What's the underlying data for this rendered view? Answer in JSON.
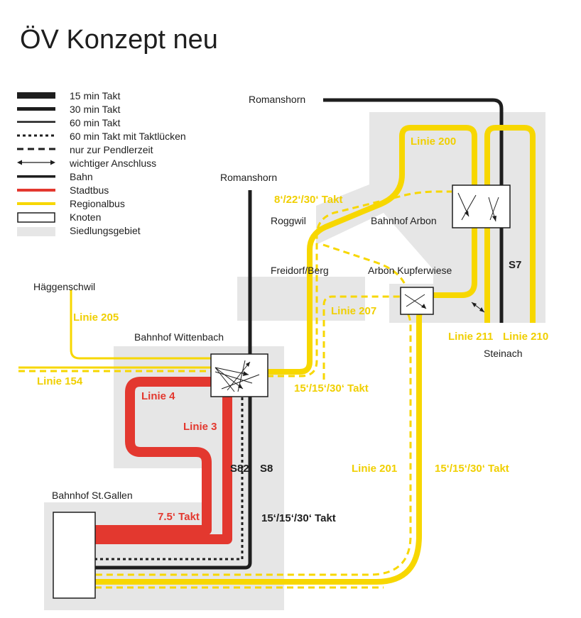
{
  "title": "ÖV Konzept neu",
  "legend": [
    {
      "label": "15 min Takt",
      "icon": "thick-line"
    },
    {
      "label": "30 min Takt",
      "icon": "medium-line"
    },
    {
      "label": "60 min Takt",
      "icon": "thin-line"
    },
    {
      "label": "60 min Takt mit Taktlücken",
      "icon": "dotted-line"
    },
    {
      "label": "nur zur Pendlerzeit",
      "icon": "dashed-line"
    },
    {
      "label": "wichtiger Anschluss",
      "icon": "double-arrow"
    },
    {
      "label": "Bahn",
      "icon": "black-line"
    },
    {
      "label": "Stadtbus",
      "icon": "red-line"
    },
    {
      "label": "Regionalbus",
      "icon": "yellow-line"
    },
    {
      "label": "Knoten",
      "icon": "box"
    },
    {
      "label": "Siedlungsgebiet",
      "icon": "grey-area"
    }
  ],
  "places": {
    "romanshorn_1": "Romanshorn",
    "romanshorn_2": "Romanshorn",
    "roggwil": "Roggwil",
    "bahnhof_arbon": "Bahnhof Arbon",
    "freidorf": "Freidorf/Berg",
    "arbon_kupferwiese": "Arbon Kupferwiese",
    "haeggenschwil": "Häggenschwil",
    "bahnhof_wittenbach": "Bahnhof Wittenbach",
    "steinach": "Steinach",
    "bahnhof_stgallen": "Bahnhof St.Gallen"
  },
  "line_labels": {
    "linie_200": "Linie 200",
    "takt_200": "8‘/22‘/30‘ Takt",
    "linie_207": "Linie 207",
    "linie_205": "Linie 205",
    "linie_154": "Linie 154",
    "linie_211": "Linie 211",
    "linie_210": "Linie 210",
    "takt_wittenbach": "15‘/15‘/30‘ Takt",
    "linie_201": "Linie 201",
    "takt_201": "15‘/15‘/30‘ Takt",
    "linie_4": "Linie 4",
    "linie_3": "Linie 3",
    "takt_stadtbus": "7.5‘ Takt",
    "s82": "S82",
    "s8": "S8",
    "takt_bahn": "15‘/15‘/30‘ Takt",
    "s7": "S7"
  },
  "colors": {
    "bahn": "#1e1e1e",
    "stadtbus": "#e3382f",
    "regionalbus": "#f7d700",
    "siedlung": "#e6e6e6"
  }
}
